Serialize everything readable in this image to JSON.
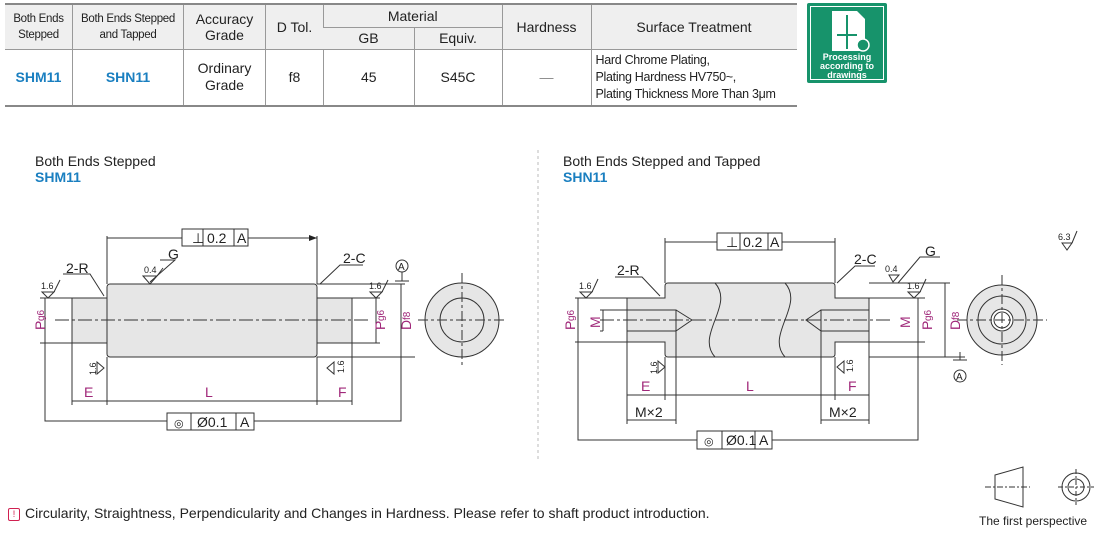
{
  "table": {
    "headers": {
      "both_ends_stepped": "Both Ends Stepped",
      "both_ends_stepped_tapped": "Both Ends Stepped and Tapped",
      "accuracy_grade": "Accuracy Grade",
      "d_tol": "D Tol.",
      "material": "Material",
      "gb": "GB",
      "equiv": "Equiv.",
      "hardness": "Hardness",
      "surface_treatment": "Surface Treatment"
    },
    "row": {
      "shm": "SHM11",
      "shn": "SHN11",
      "accuracy": "Ordinary Grade",
      "d_tol": "f8",
      "gb": "45",
      "equiv": "S45C",
      "hardness": "—",
      "surface": [
        "Hard Chrome Plating,",
        "Plating Hardness HV750~,",
        "Plating Thickness More Than 3μm"
      ]
    }
  },
  "logo": {
    "text": "Processing according to drawings",
    "color": "#17936b"
  },
  "left_drawing": {
    "title": "Both Ends Stepped",
    "code": "SHM11",
    "perp": [
      "⊥",
      "0.2",
      "A"
    ],
    "conc": [
      "◎",
      "Ø0.1",
      "A"
    ],
    "labels": {
      "r": "2-R",
      "g": "G",
      "c": "2-C",
      "datum": "A",
      "p": "P",
      "p_sub": "g6",
      "d": "D",
      "d_sub": "f8",
      "e": "E",
      "l": "L",
      "f": "F"
    },
    "roughness": {
      "fine": "0.4",
      "std": "1.6"
    }
  },
  "right_drawing": {
    "title": "Both Ends Stepped and Tapped",
    "code": "SHN11",
    "perp": [
      "⊥",
      "0.2",
      "A"
    ],
    "conc": [
      "◎",
      "Ø0.1",
      "A"
    ],
    "labels": {
      "r": "2-R",
      "g": "G",
      "c": "2-C",
      "datum": "A",
      "p": "P",
      "p_sub": "g6",
      "d": "D",
      "d_sub": "f8",
      "e": "E",
      "l": "L",
      "f": "F",
      "m": "M",
      "mx2": "M×2"
    },
    "roughness": {
      "fine": "0.4",
      "std": "1.6",
      "general": "6.3"
    }
  },
  "note": {
    "icon": "exclamation-icon",
    "text": "Circularity, Straightness, Perpendicularity and Changes in Hardness. Please refer to shaft product introduction."
  },
  "projection": {
    "label": "The first perspective"
  }
}
